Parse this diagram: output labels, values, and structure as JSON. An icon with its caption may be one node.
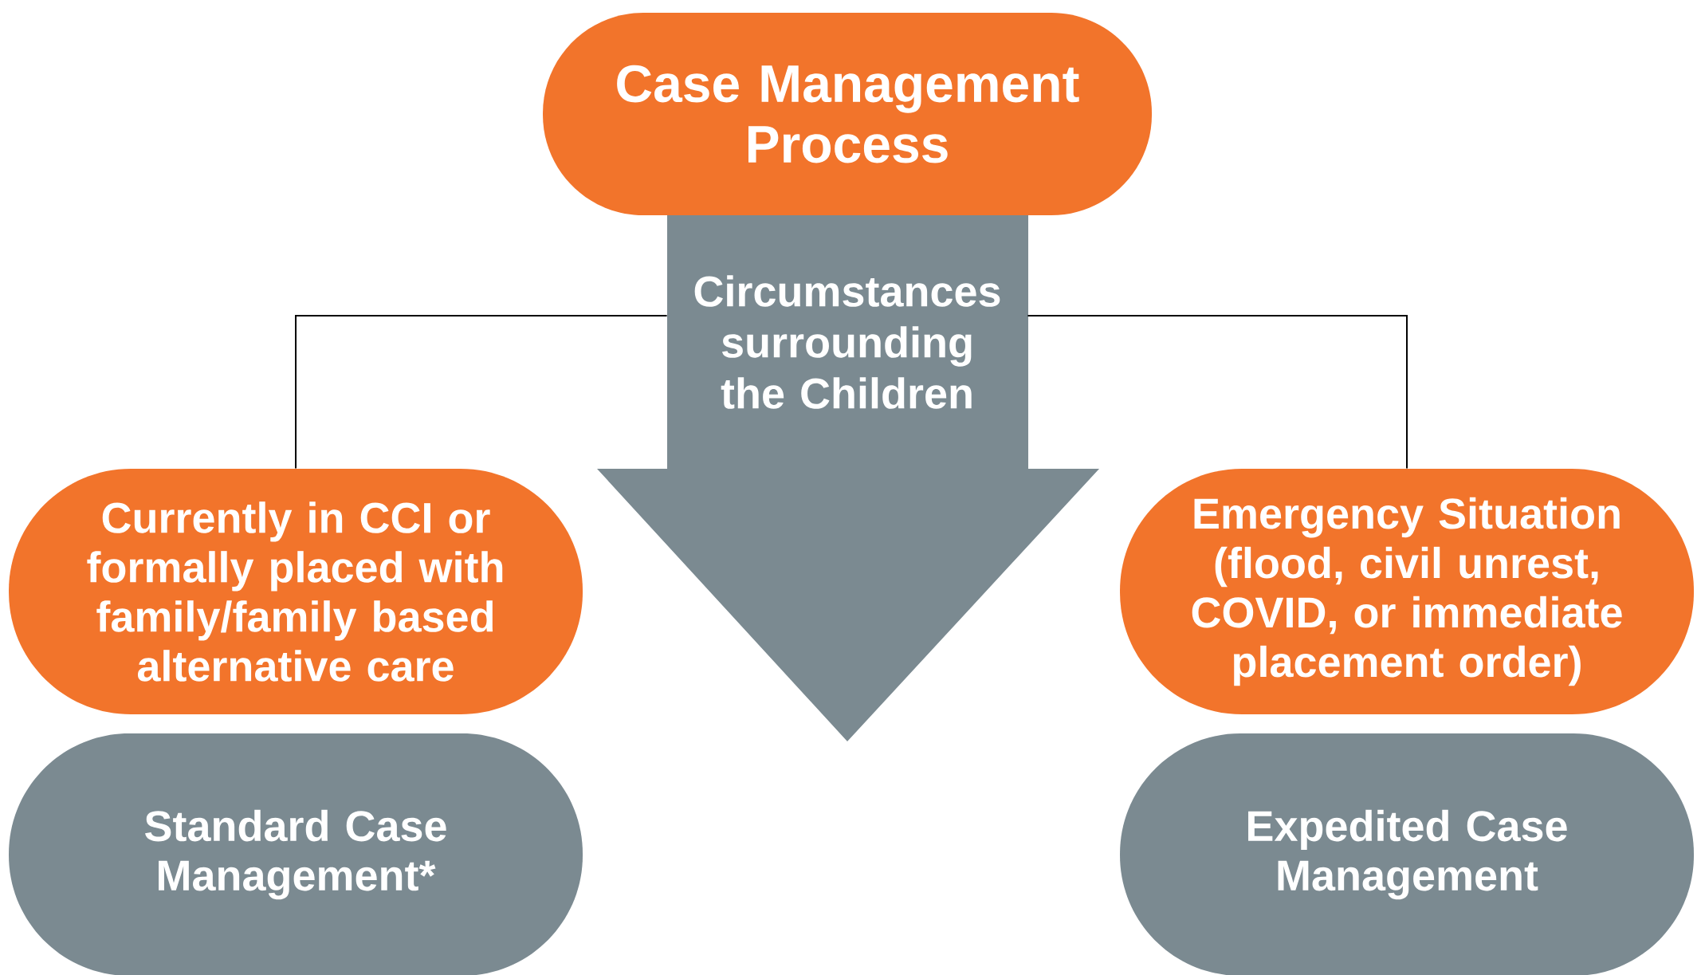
{
  "diagram": {
    "nodes": [
      {
        "text": [
          "Case Management Process"
        ]
      },
      {
        "text": [
          "Circumstances surrounding the Children"
        ]
      },
      {
        "text": [
          "Currently in CCI or formally placed with family/family based alternative care"
        ]
      },
      {
        "text": [
          "Emergency Situation (flood, civil unrest, COVID, or immediate placement order)"
        ]
      },
      {
        "text": [
          "Standard Case Management*"
        ]
      },
      {
        "text": [
          "Expedited Case Management"
        ]
      }
    ],
    "edges": [
      {
        "from": 1,
        "to": 2,
        "arrow": "none"
      },
      {
        "from": 1,
        "to": 3,
        "arrow": "none"
      }
    ]
  }
}
